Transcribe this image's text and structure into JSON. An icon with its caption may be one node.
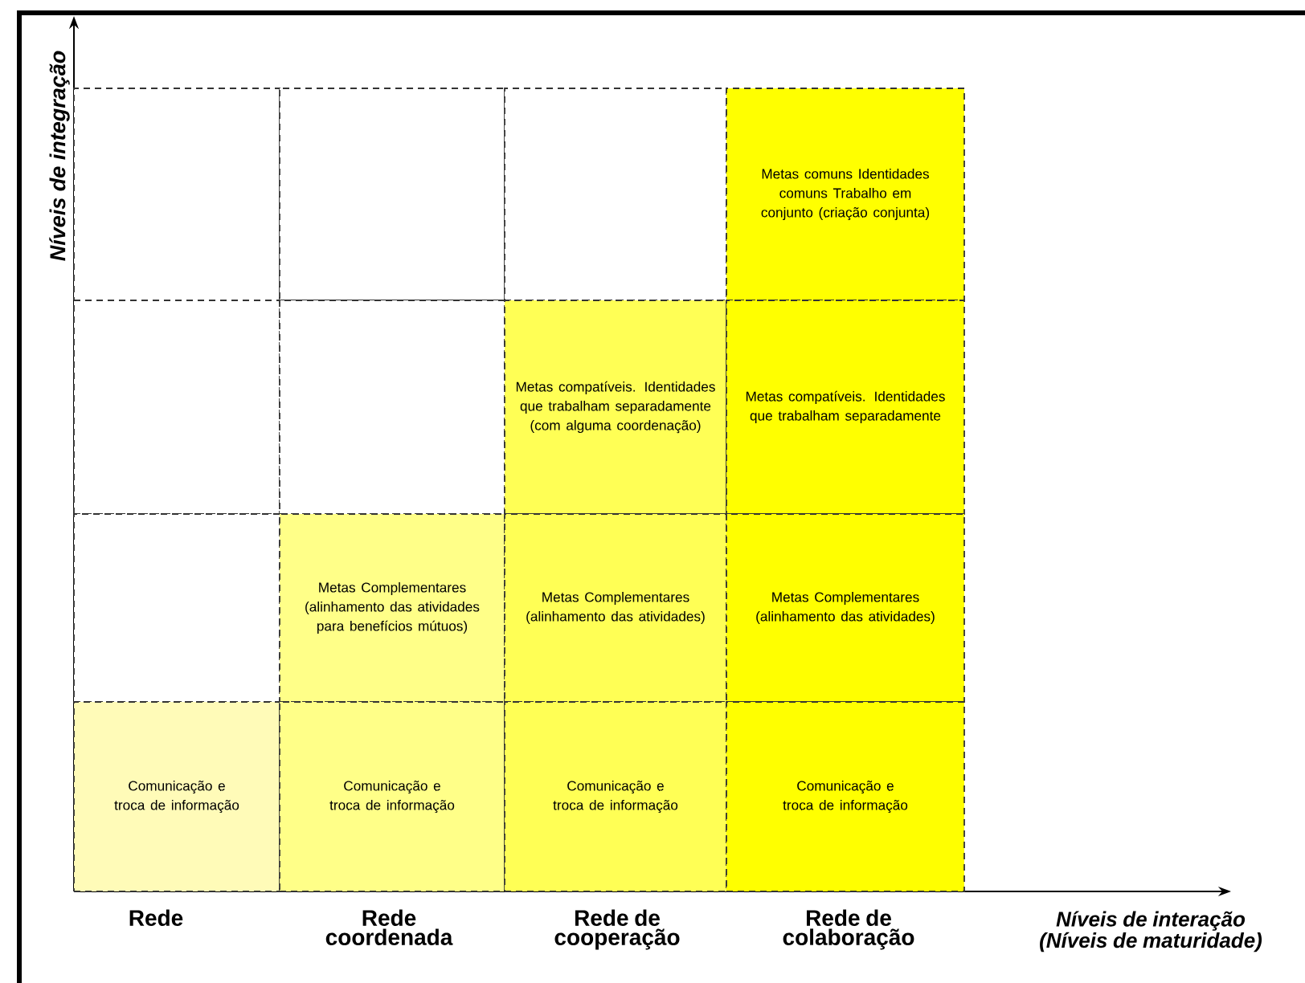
{
  "diagram": {
    "nodes": [
      {
        "text": [],
        "shape": "box"
      },
      {
        "text": [],
        "shape": "box"
      },
      {
        "text": [],
        "shape": "box"
      },
      {
        "text": [
          "Metas comuns Identidades comuns Trabalho em conjunto (criação conjunta)"
        ]
      },
      {
        "text": [],
        "shape": "box"
      },
      {
        "text": [],
        "shape": "box"
      },
      {
        "text": [
          "Metas compatíveis. Identidades que trabalham separadamente (com alguma coordenação)"
        ]
      },
      {
        "text": [
          "Metas compatíveis. Identidades que trabalham separadamente"
        ]
      },
      {
        "text": [],
        "shape": "box"
      },
      {
        "text": [
          "Metas Complementares (alinhamento das atividades para benefícios mútuos)"
        ]
      },
      {
        "text": [
          "Metas Complementares (alinhamento das atividades)"
        ]
      },
      {
        "text": [
          "Metas Complementares (alinhamento das atividades)"
        ]
      },
      {
        "text": [
          "Comunicação e troca de informação"
        ]
      },
      {
        "text": [
          "Comunicação e troca de informação"
        ]
      },
      {
        "text": [
          "Comunicação e troca de informação"
        ]
      },
      {
        "text": [
          "Comunicação e troca de informação"
        ]
      }
    ],
    "labels": [
      "Níveis de integração",
      "Rede",
      "Rede coordenada",
      "Rede de cooperação",
      "Rede de colaboração",
      "Níveis de interação (Níveis de maturidade)"
    ]
  }
}
